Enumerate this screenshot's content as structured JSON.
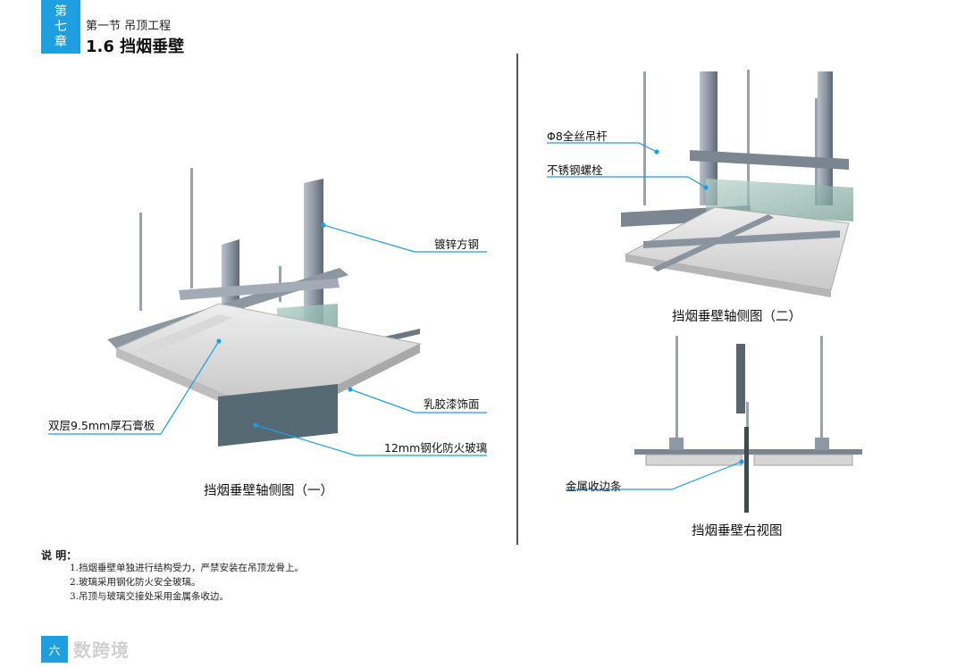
{
  "header": {
    "chapter_tab": [
      "第",
      "七",
      "章"
    ],
    "section": "第一节 吊顶工程",
    "title": "1.6 挡烟垂壁"
  },
  "diagram_left": {
    "labels": {
      "steel": "镀锌方钢",
      "paint": "乳胶漆饰面",
      "gypsum": "双层9.5mm厚石膏板",
      "glass": "12mm钢化防火玻璃"
    },
    "caption": "挡烟垂壁轴侧图（一）"
  },
  "diagram_right_top": {
    "labels": {
      "rod": "Φ8全丝吊杆",
      "bolt": "不锈钢螺栓"
    },
    "caption": "挡烟垂壁轴侧图（二）"
  },
  "diagram_right_bottom": {
    "labels": {
      "trim": "金属收边条"
    },
    "caption": "挡烟垂壁右视图"
  },
  "notes": {
    "heading": "说 明：",
    "items": [
      "1.挡烟垂壁单独进行结构受力，严禁安装在吊顶龙骨上。",
      "2.玻璃采用钢化防火安全玻璃。",
      "3.吊顶与玻璃交接处采用金属条收边。"
    ]
  },
  "footer": {
    "page_badge": "六",
    "watermark": "数跨境"
  },
  "colors": {
    "accent": "#1e9fe0",
    "leader": "#1e9fe0",
    "steel": "#8e98a4",
    "glass": "#7fa7a0"
  }
}
